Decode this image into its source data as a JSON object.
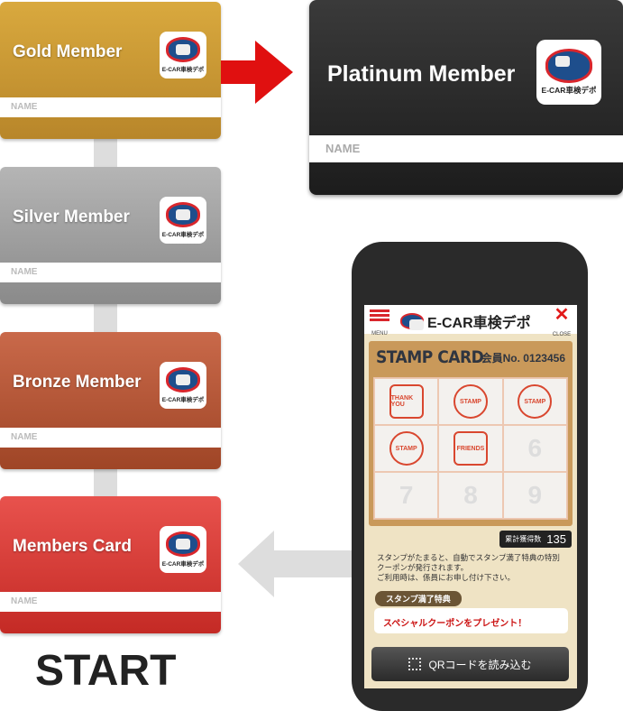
{
  "cards": [
    {
      "title": "Gold Member",
      "name": "NAME",
      "logo": "E-CAR車検デポ"
    },
    {
      "title": "Silver Member",
      "name": "NAME",
      "logo": "E-CAR車検デポ"
    },
    {
      "title": "Bronze Member",
      "name": "NAME",
      "logo": "E-CAR車検デポ"
    },
    {
      "title": "Members Card",
      "name": "NAME",
      "logo": "E-CAR車検デポ"
    }
  ],
  "platinum": {
    "title": "Platinum Member",
    "name": "NAME",
    "logo": "E-CAR車検デポ"
  },
  "start": "START",
  "phone": {
    "menu": "MENU",
    "brand": "E-CAR車検デポ",
    "close": "CLOSE",
    "stamp_title": "STAMP CARD",
    "member_no": "会員No. 0123456",
    "stamps": [
      "THANK YOU",
      "STAMP",
      "STAMP",
      "STAMP",
      "FRIENDS",
      "6",
      "7",
      "8",
      "9"
    ],
    "count_label": "累計獲得数",
    "count": "135",
    "desc1": "スタンプがたまると、自動でスタンプ満了特典の特別",
    "desc2": "クーポンが発行されます。",
    "desc3": "ご利用時は、係員にお申し付け下さい。",
    "badge": "スタンプ満了特典",
    "coupon": "スペシャルクーポンをプレゼント！",
    "qr": "QRコードを読み込む"
  }
}
